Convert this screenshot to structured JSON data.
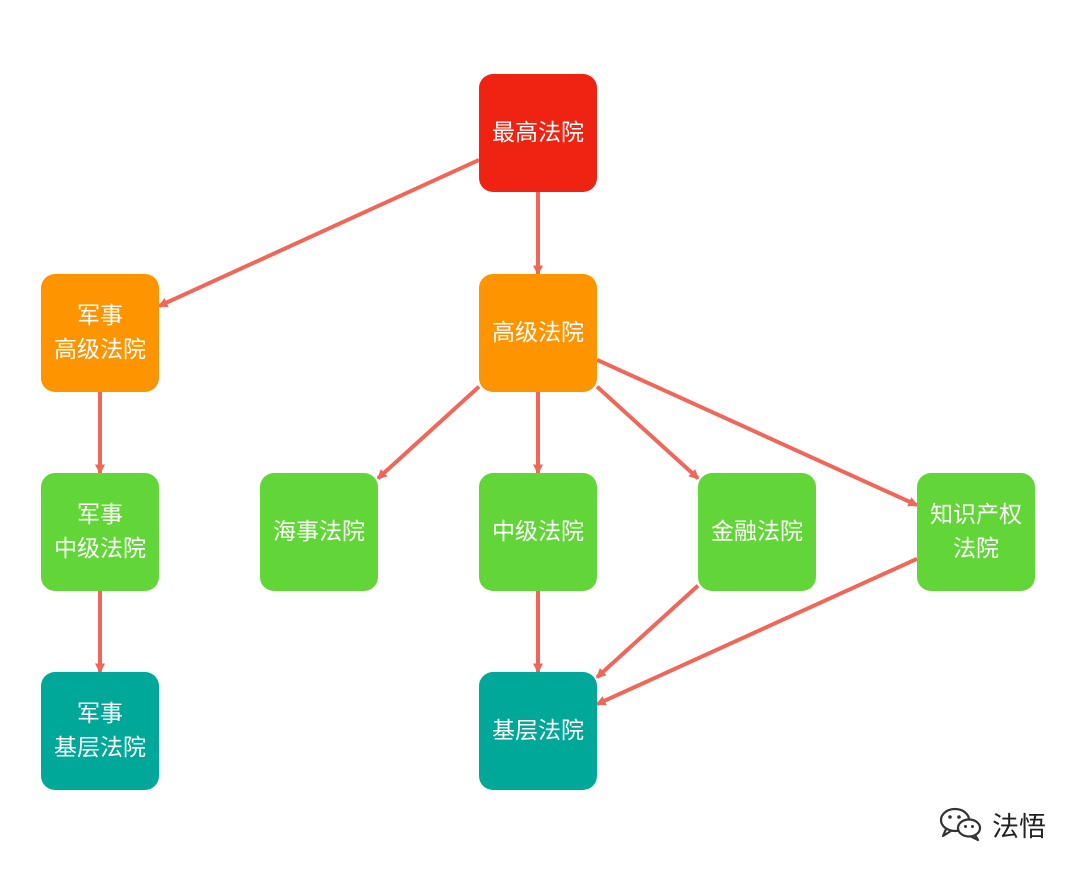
{
  "colors": {
    "arrow": "#f0675a",
    "top": "#ef2312",
    "high": "#fe9400",
    "mid": "#62d638",
    "base": "#00a89a"
  },
  "nodes": {
    "supreme": {
      "lines": [
        "最高法院"
      ]
    },
    "military_high": {
      "lines": [
        "军事",
        "高级法院"
      ]
    },
    "high": {
      "lines": [
        "高级法院"
      ]
    },
    "military_mid": {
      "lines": [
        "军事",
        "中级法院"
      ]
    },
    "maritime": {
      "lines": [
        "海事法院"
      ]
    },
    "intermediate": {
      "lines": [
        "中级法院"
      ]
    },
    "financial": {
      "lines": [
        "金融法院"
      ]
    },
    "ip": {
      "lines": [
        "知识产权",
        "法院"
      ]
    },
    "military_base": {
      "lines": [
        "军事",
        "基层法院"
      ]
    },
    "basic": {
      "lines": [
        "基层法院"
      ]
    }
  },
  "edges": [
    [
      "supreme",
      "military_high"
    ],
    [
      "supreme",
      "high"
    ],
    [
      "military_high",
      "military_mid"
    ],
    [
      "military_mid",
      "military_base"
    ],
    [
      "high",
      "maritime"
    ],
    [
      "high",
      "intermediate"
    ],
    [
      "high",
      "financial"
    ],
    [
      "high",
      "ip"
    ],
    [
      "intermediate",
      "basic"
    ],
    [
      "financial",
      "basic"
    ],
    [
      "ip",
      "basic"
    ]
  ],
  "watermark": {
    "icon": "wechat-icon",
    "text": "法悟"
  }
}
